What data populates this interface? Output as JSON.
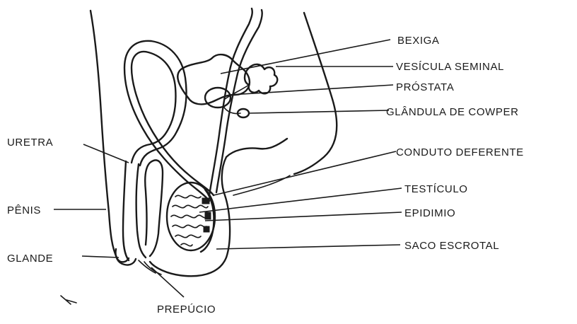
{
  "labels": {
    "bexiga": "BEXIGA",
    "vesicula": "VESÍCULA SEMINAL",
    "prostata": "PRÓSTATA",
    "cowper": "GLÂNDULA DE COWPER",
    "uretra": "URETRA",
    "conduto": "CONDUTO DEFERENTE",
    "testiculo": "TESTÍCULO",
    "penis": "PÊNIS",
    "epididimo": "EPIDIMIO",
    "glande": "GLANDE",
    "saco": "SACO ESCROTAL",
    "prepucio": "PREPÚCIO"
  }
}
